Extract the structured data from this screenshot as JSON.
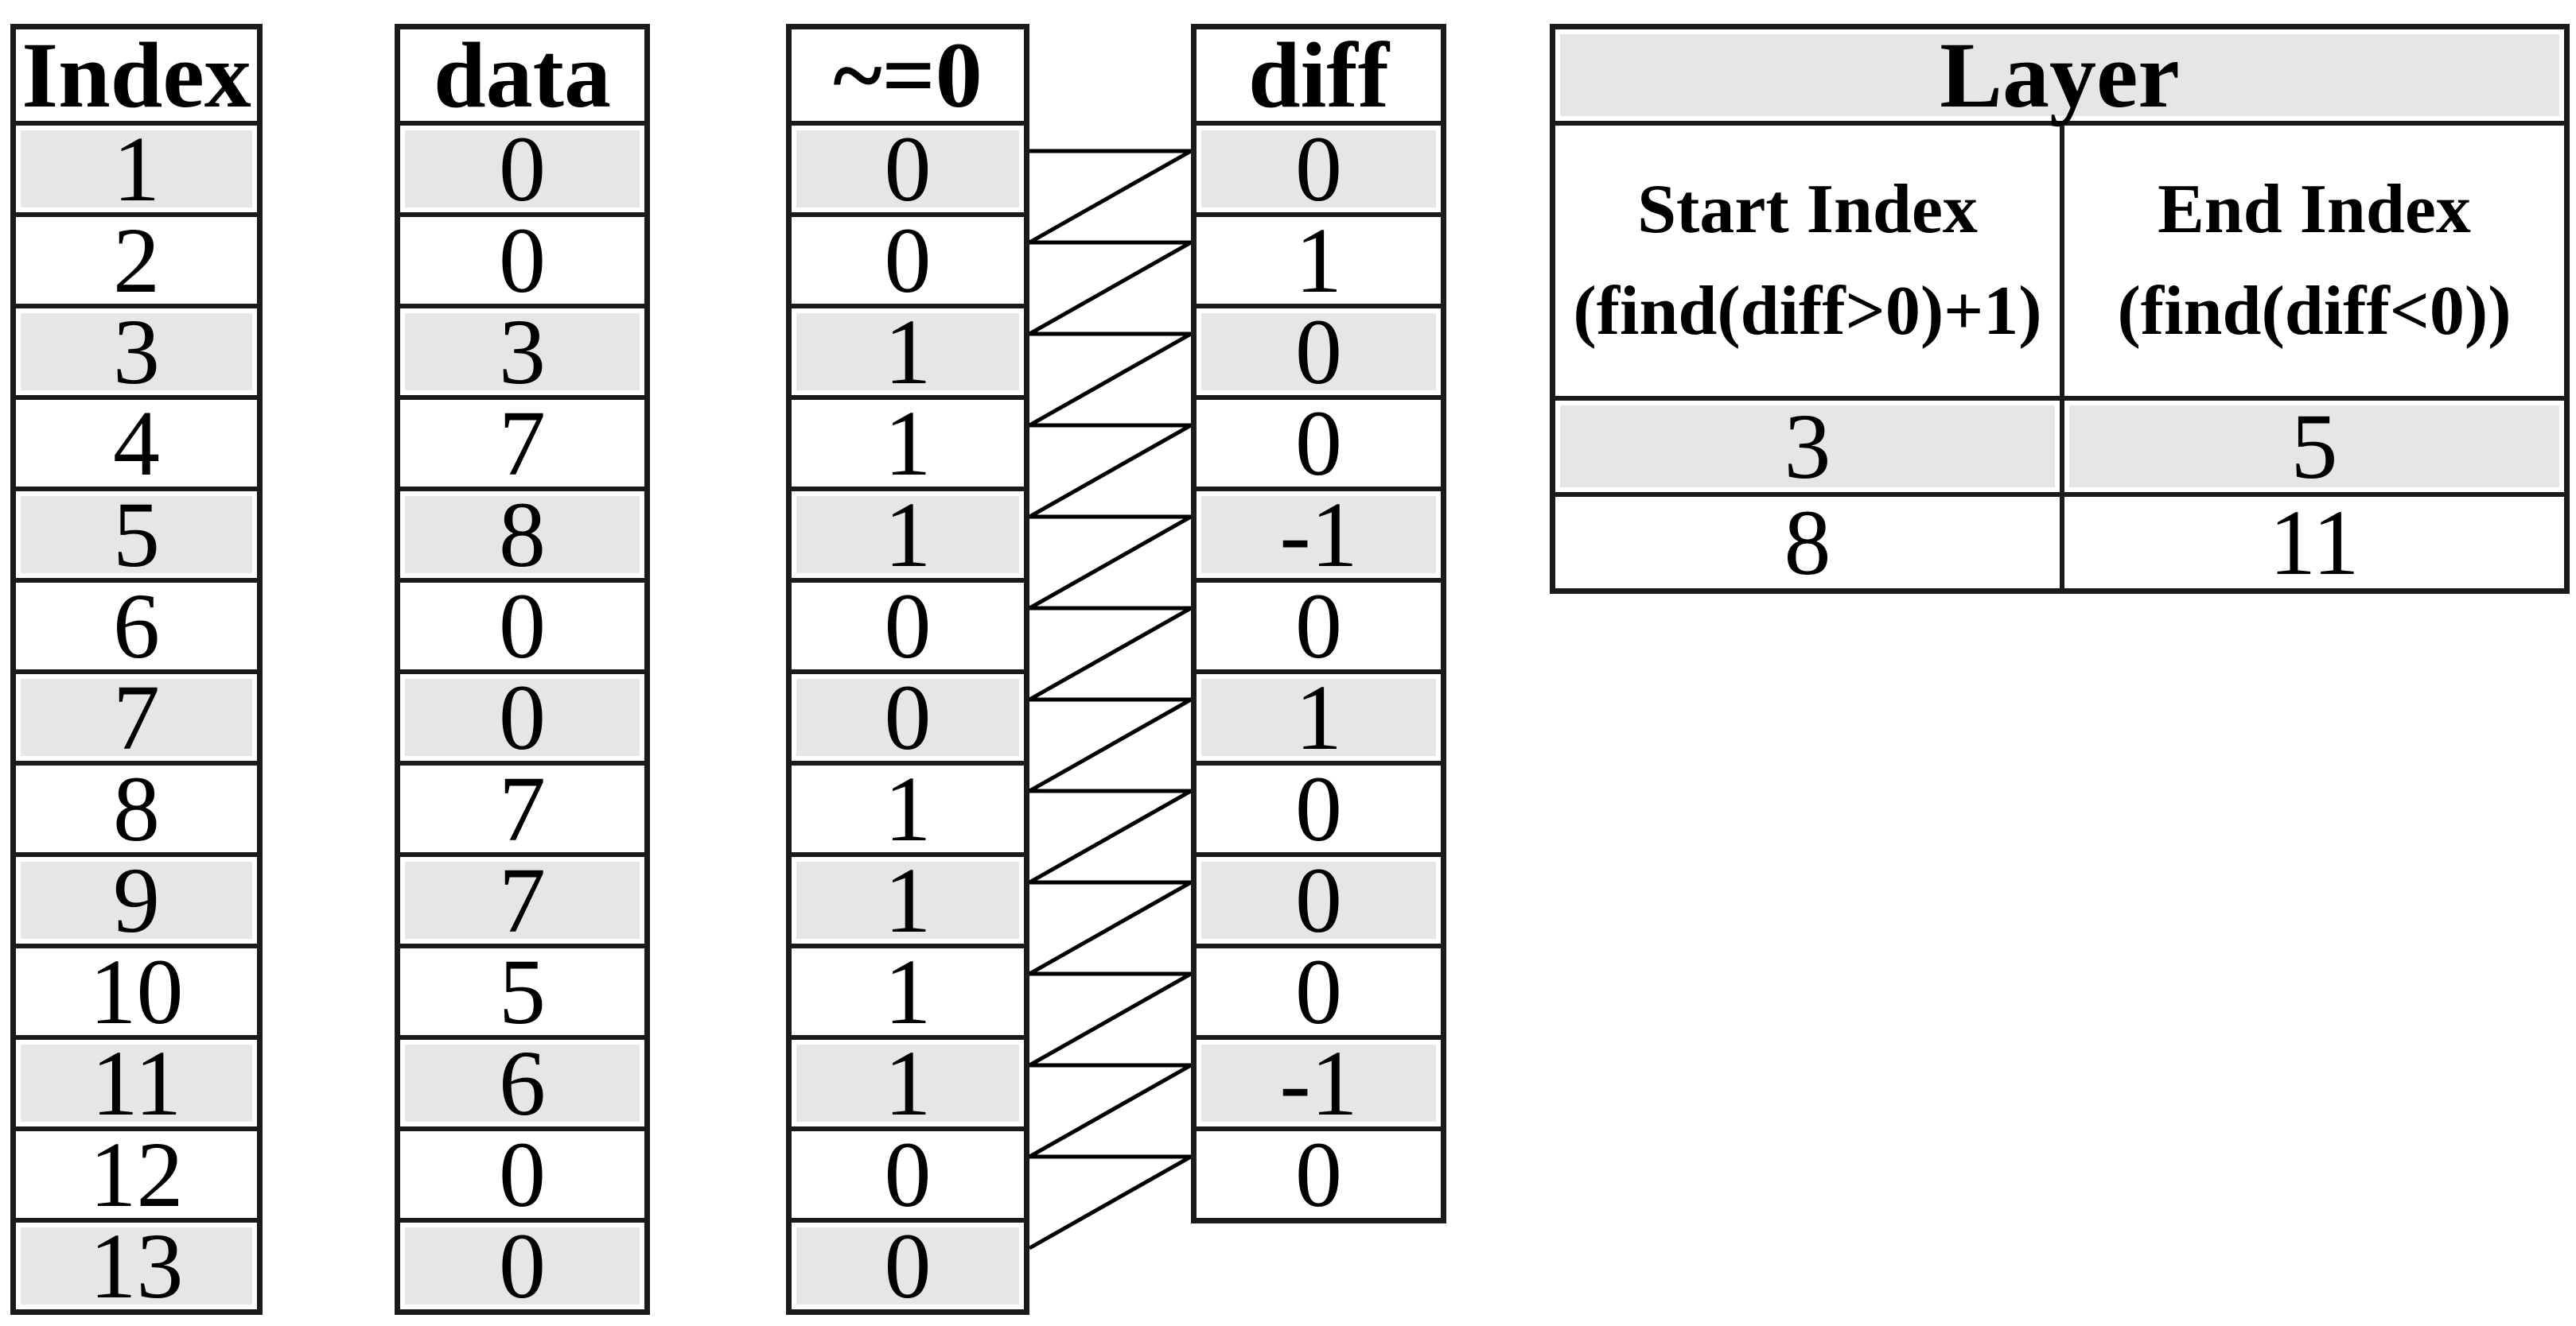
{
  "tables": {
    "index": {
      "header": "Index",
      "rows": [
        "1",
        "2",
        "3",
        "4",
        "5",
        "6",
        "7",
        "8",
        "9",
        "10",
        "11",
        "12",
        "13"
      ]
    },
    "data": {
      "header": "data",
      "rows": [
        "0",
        "0",
        "3",
        "7",
        "8",
        "0",
        "0",
        "7",
        "7",
        "5",
        "6",
        "0",
        "0"
      ]
    },
    "iszero": {
      "header": "~=0",
      "rows": [
        "0",
        "0",
        "1",
        "1",
        "1",
        "0",
        "0",
        "1",
        "1",
        "1",
        "1",
        "0",
        "0"
      ]
    },
    "diff": {
      "header": "diff",
      "rows": [
        "0",
        "1",
        "0",
        "0",
        "-1",
        "0",
        "1",
        "0",
        "0",
        "0",
        "-1",
        "0"
      ]
    },
    "layer": {
      "title": "Layer",
      "columns": [
        {
          "title": "Start Index",
          "subtitle": "(find(diff>0)+1)"
        },
        {
          "title": "End Index",
          "subtitle": "(find(diff<0))"
        }
      ],
      "rows": [
        [
          "3",
          "5"
        ],
        [
          "8",
          "11"
        ]
      ]
    }
  },
  "colors": {
    "shaded_row": "#e6e6e6",
    "border": "#1b1b1b",
    "background": "#ffffff",
    "text": "#000000"
  }
}
